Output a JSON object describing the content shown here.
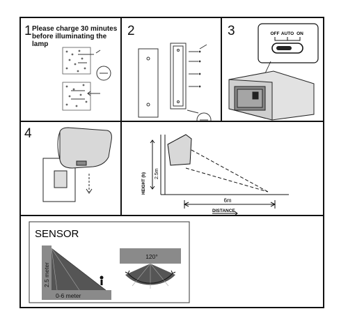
{
  "steps": [
    {
      "number": "1",
      "text": "Please charge 30 minutes before illuminating the lamp"
    },
    {
      "number": "2"
    },
    {
      "number": "3",
      "switch_labels": [
        "OFF",
        "AUTO",
        "ON"
      ]
    },
    {
      "number": "4"
    }
  ],
  "diagram": {
    "height_label": "HEIGHT (h)",
    "height_value": "2.5m",
    "distance_value": "6m",
    "distance_label": "DISTANCE"
  },
  "sensor": {
    "title": "SENSOR",
    "side_height": "2.5 meter",
    "side_range": "0-6 meter",
    "top_angle": "120°"
  }
}
